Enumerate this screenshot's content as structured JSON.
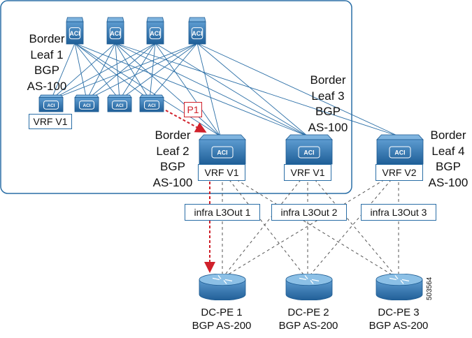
{
  "figure_id": "503564",
  "border_leaf_1": {
    "lines": [
      "Border",
      "Leaf 1",
      "BGP",
      "AS-100"
    ],
    "vrf": "VRF V1"
  },
  "border_leaf_2": {
    "lines": [
      "Border",
      "Leaf 2",
      "BGP",
      "AS-100"
    ],
    "vrf": "VRF V1"
  },
  "border_leaf_3": {
    "lines": [
      "Border",
      "Leaf 3",
      "BGP",
      "AS-100"
    ],
    "vrf": "VRF V1"
  },
  "border_leaf_4": {
    "lines": [
      "Border",
      "Leaf 4",
      "BGP",
      "AS-100"
    ],
    "vrf": "VRF V2"
  },
  "path_label": "P1",
  "l3outs": [
    "infra L3Out 1",
    "infra L3Out 2",
    "infra L3Out 3"
  ],
  "pe_routers": [
    {
      "name": "DC-PE 1",
      "as": "BGP AS-200"
    },
    {
      "name": "DC-PE 2",
      "as": "BGP AS-200"
    },
    {
      "name": "DC-PE 3",
      "as": "BGP AS-200"
    }
  ],
  "icon_label": "ACI",
  "colors": {
    "fabric_line": "#2a6ea6",
    "switch_body": "#2b6fa8",
    "path_red": "#d0202a",
    "dashed": "#555555"
  }
}
